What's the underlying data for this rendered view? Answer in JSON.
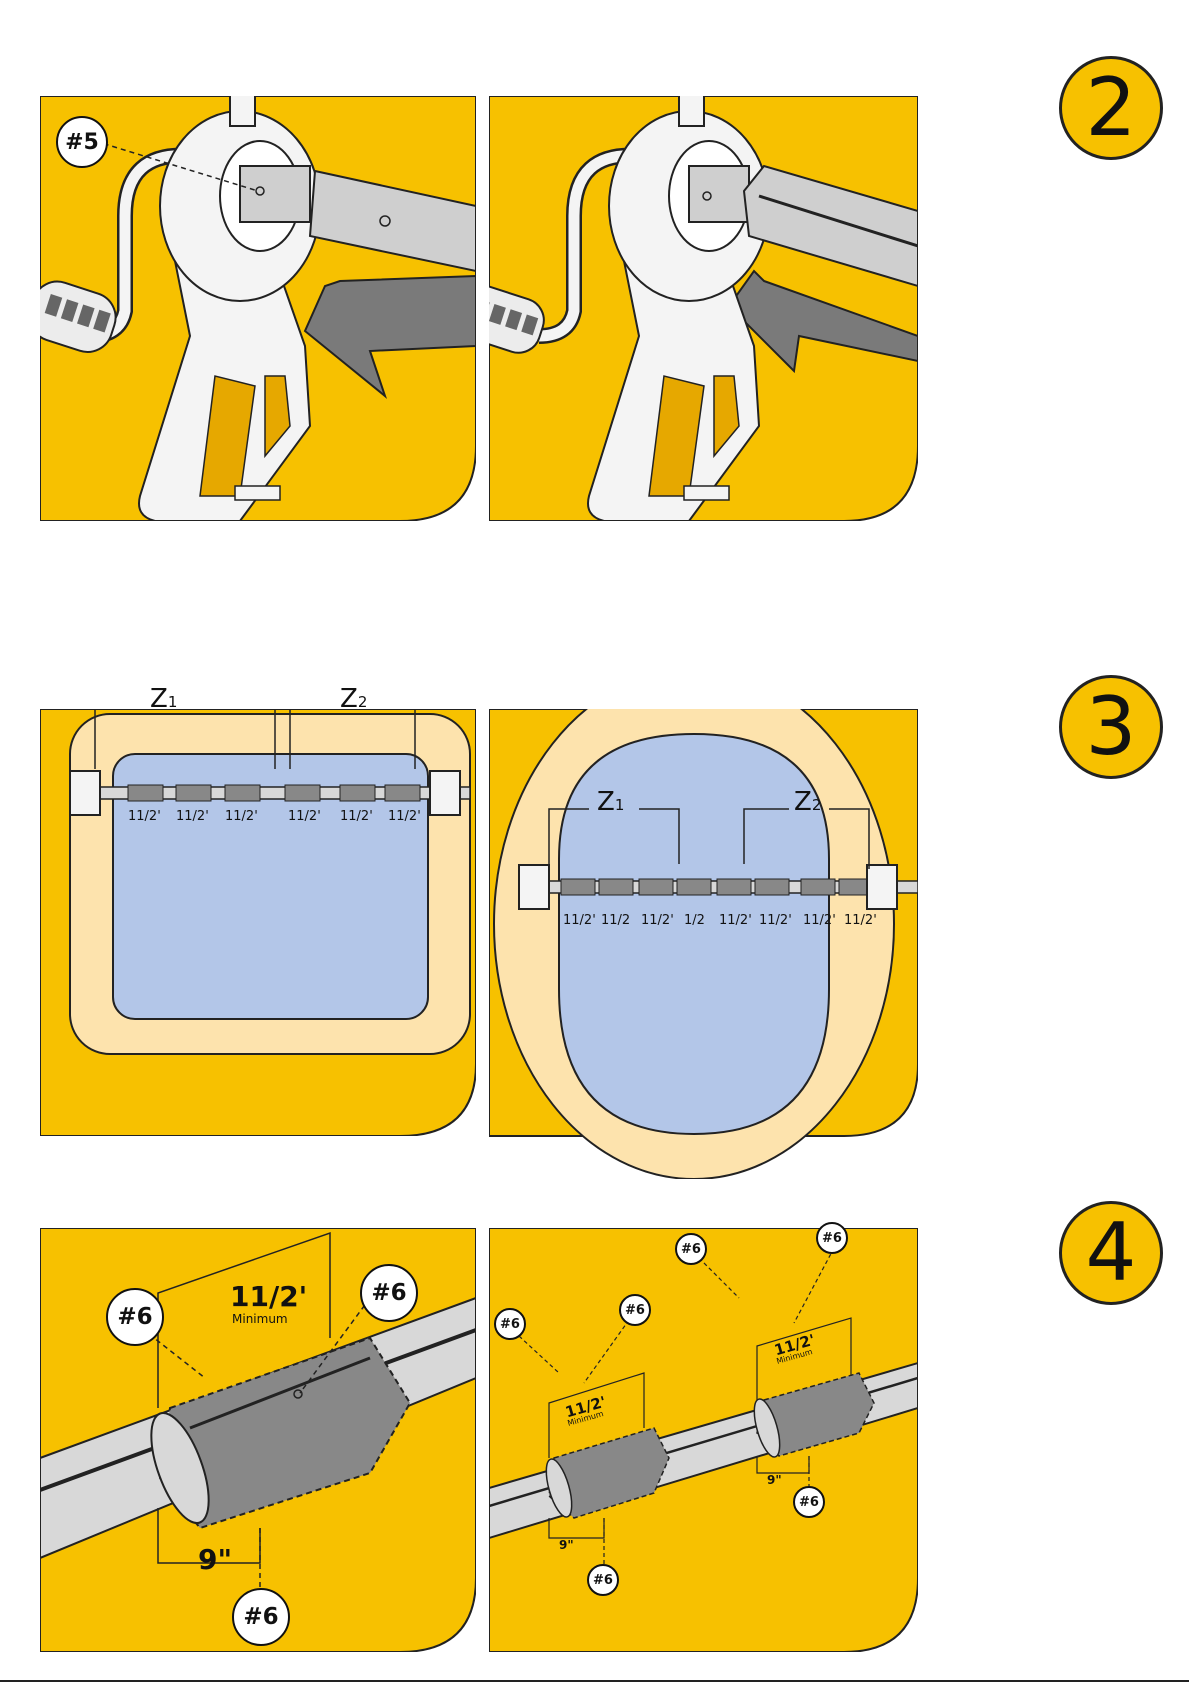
{
  "steps": [
    "2",
    "3",
    "4"
  ],
  "colors": {
    "panel_yellow": "#f7c100",
    "pool_blue": "#b3c6e8",
    "deck_beige": "#fde3ad",
    "tube_gray": "#d8d8d8",
    "tube_dark": "#888888",
    "arrow_gray": "#7a7a7a"
  },
  "step2": {
    "callout": "#5"
  },
  "step3": {
    "left": {
      "z1": "Z",
      "z1_sub": "1",
      "z2": "Z",
      "z2_sub": "2",
      "spacings": [
        "11/2'",
        "11/2'",
        "11/2'",
        "11/2'",
        "11/2'",
        "11/2'"
      ]
    },
    "right": {
      "z1": "Z",
      "z1_sub": "1",
      "z2": "Z",
      "z2_sub": "2",
      "spacings": [
        "11/2'",
        "11/2",
        "11/2'",
        "1/2",
        "11/2'",
        "11/2'",
        "11/2'",
        "11/2'"
      ]
    }
  },
  "step4": {
    "left": {
      "callouts": [
        "#6",
        "#6",
        "#6"
      ],
      "length": "11/2'",
      "minimum": "Minimum",
      "overlap": "9\""
    },
    "right": {
      "callouts": [
        "#6",
        "#6",
        "#6",
        "#6",
        "#6",
        "#6"
      ],
      "length_a": "11/2'",
      "minimum_a": "Minimum",
      "overlap_a": "9\"",
      "length_b": "11/2'",
      "minimum_b": "Minimum",
      "overlap_b": "9\""
    }
  }
}
